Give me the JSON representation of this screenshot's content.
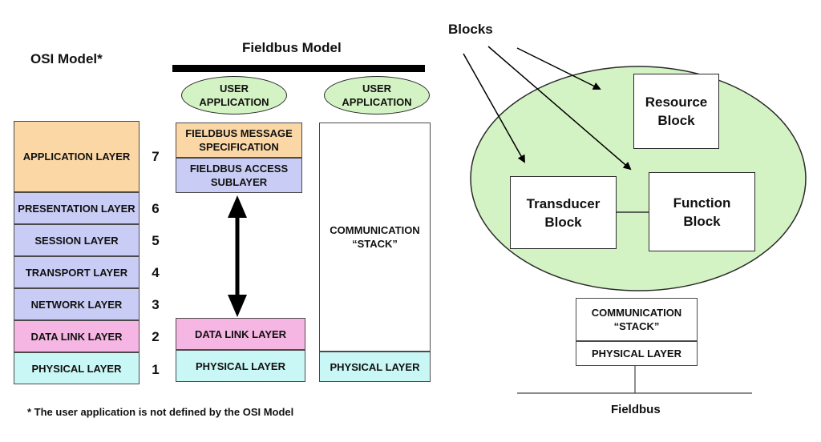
{
  "osi": {
    "title": "OSI Model*",
    "layers": [
      {
        "label": "APPLICATION LAYER",
        "num": "7"
      },
      {
        "label": "PRESENTATION LAYER",
        "num": "6"
      },
      {
        "label": "SESSION LAYER",
        "num": "5"
      },
      {
        "label": "TRANSPORT LAYER",
        "num": "4"
      },
      {
        "label": "NETWORK LAYER",
        "num": "3"
      },
      {
        "label": "DATA LINK LAYER",
        "num": "2"
      },
      {
        "label": "PHYSICAL LAYER",
        "num": "1"
      }
    ],
    "footnote": "* The user application is not defined by the OSI Model"
  },
  "fieldbus_model": {
    "title": "Fieldbus Model",
    "left_column": {
      "user_application": "USER\nAPPLICATION",
      "fms": "FIELDBUS MESSAGE\nSPECIFICATION",
      "fas": "FIELDBUS ACCESS\nSUBLAYER",
      "data_link": "DATA LINK LAYER",
      "physical": "PHYSICAL LAYER"
    },
    "right_column": {
      "user_application": "USER\nAPPLICATION",
      "stack": "COMMUNICATION\n“STACK”",
      "physical": "PHYSICAL LAYER"
    }
  },
  "device": {
    "blocks_label": "Blocks",
    "resource_block": "Resource\nBlock",
    "transducer_block": "Transducer\nBlock",
    "function_block": "Function\nBlock",
    "stack": "COMMUNICATION\n“STACK”",
    "physical": "PHYSICAL LAYER",
    "bus_label": "Fieldbus"
  },
  "colors": {
    "application": "#fbd7a6",
    "middle_layers": "#c9cdf5",
    "data_link": "#f6b6e4",
    "physical": "#c9f7f5",
    "user_application": "#d4f3c4",
    "blocks_ellipse": "#d4f3c4"
  }
}
